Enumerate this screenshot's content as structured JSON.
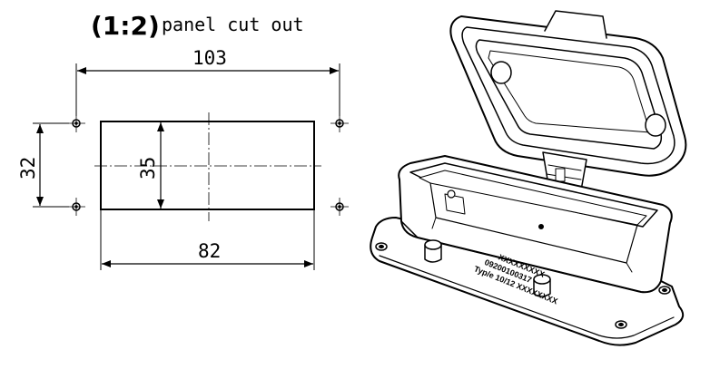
{
  "title": {
    "scale": "(1:2)",
    "text": "panel cut out"
  },
  "dimensions": {
    "hole_spacing_width": "103",
    "cutout_width": "82",
    "hole_spacing_height": "32",
    "cutout_height": "35"
  },
  "housing_markings": {
    "line1": "XXXXXXXXX",
    "line2": "09200100317",
    "line3": "Typ/e 10/12 XXXXXXXX"
  }
}
